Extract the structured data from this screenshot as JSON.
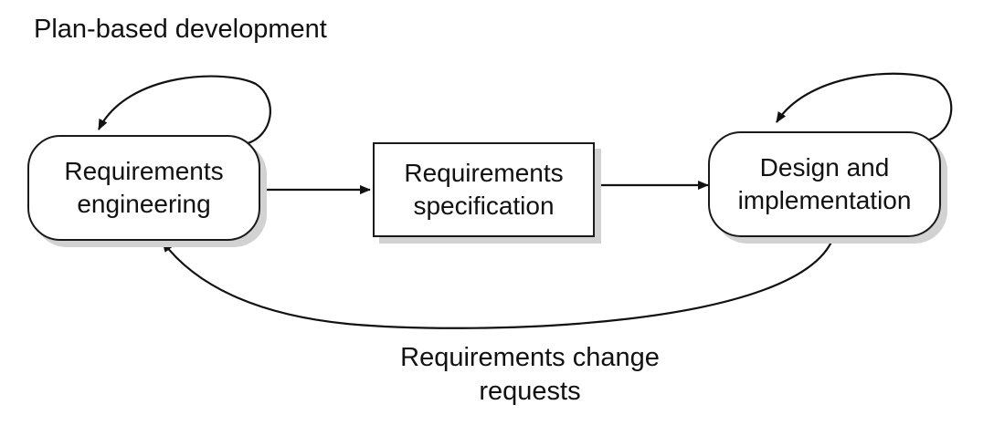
{
  "title": "Plan-based development",
  "nodes": {
    "requirements_engineering": "Requirements engineering",
    "requirements_specification": "Requirements specification",
    "design_implementation": "Design and implementation"
  },
  "edges": {
    "feedback_label": "Requirements change requests"
  }
}
